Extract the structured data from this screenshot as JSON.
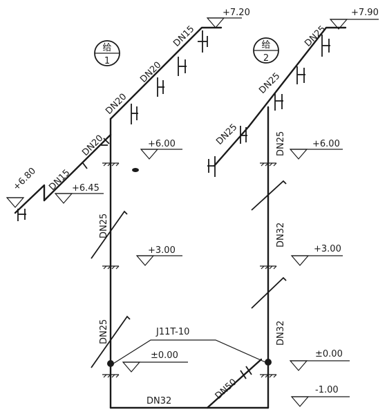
{
  "riser_1": {
    "badge_top": "给",
    "badge_bottom": "1",
    "labels": {
      "dn15_top": "DN15",
      "dn20_a": "DN20",
      "dn20_b": "DN20",
      "dn20_c": "DN20",
      "dn15_left": "DN15",
      "dn25_a": "DN25",
      "dn25_b": "DN25"
    },
    "elevations": {
      "top": "+7.20",
      "left": "+6.80",
      "branch": "+6.45",
      "floor3": "+6.00",
      "floor2": "+3.00",
      "floor1": "±0.00"
    }
  },
  "riser_2": {
    "badge_top": "给",
    "badge_bottom": "2",
    "labels": {
      "dn25_top": "DN25",
      "dn25_mid": "DN25",
      "dn25_left": "DN25",
      "dn25_riser": "DN25",
      "dn32_a": "DN32",
      "dn32_b": "DN32"
    },
    "elevations": {
      "top": "+7.90",
      "floor3": "+6.00",
      "floor2": "+3.00",
      "floor1": "±0.00",
      "basement": "-1.00"
    }
  },
  "bottom": {
    "valve_label": "J11T-10",
    "main_label": "DN32",
    "inlet_label": "DN50"
  }
}
